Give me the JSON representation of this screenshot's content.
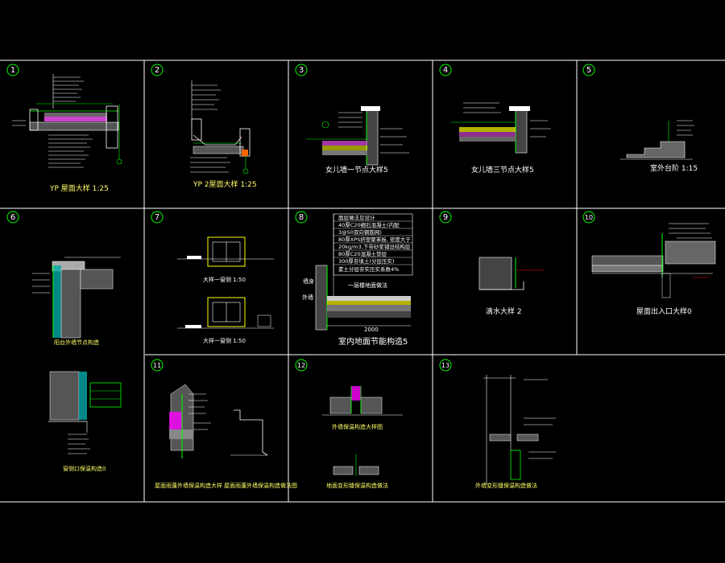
{
  "colors": {
    "background": "#000000",
    "grid": "#ffffff",
    "number_circle": "#00ff00",
    "green": "#00ff00",
    "yellow": "#ffff00",
    "cyan": "#00ffff",
    "magenta": "#ff00ff",
    "red": "#ff0000",
    "white": "#ffffff"
  },
  "cells": [
    {
      "num": "1",
      "caption": "YP 屋面大样 1:25"
    },
    {
      "num": "2",
      "caption": "YP 2屋面大样 1:25"
    },
    {
      "num": "3",
      "caption": "女儿墙一节点大样5"
    },
    {
      "num": "4",
      "caption": "女儿墙三节点大样5"
    },
    {
      "num": "5",
      "caption": "室外台阶 1:15"
    },
    {
      "num": "6",
      "caption": "阳台外墙节点构造",
      "caption2": "窗侧口保温构造0"
    },
    {
      "num": "7",
      "caption": "大样一窗侧 1:50",
      "caption2": "大样一窗侧 1:50"
    },
    {
      "num": "8",
      "caption": "室内地面节能构造5"
    },
    {
      "num": "9",
      "caption": "滴水大样 2"
    },
    {
      "num": "10",
      "caption": "屋面出入口大样0"
    },
    {
      "num": "11",
      "caption": "屋面雨蓬外墙保温构造大样",
      "caption2": "屋面雨蓬外墙保温构造做法图"
    },
    {
      "num": "12",
      "caption": "外墙保温构造大样图",
      "caption2": "地面变形缝保温构造做法"
    },
    {
      "num": "13",
      "caption": "外墙变形缝保温构造做法"
    }
  ],
  "floor_section": {
    "layers": [
      "面层做法见设计",
      "40厚C20细石混凝土(内配",
      "3@50双向钢筋网)",
      "80厚XPS挤塑聚苯板, 密度大于",
      "20kg/m3,下带砂浆铺设结构层",
      "80厚C20混凝土垫层",
      "300厚夯填土(分层压实)",
      "素土分层夯实压实系数4%"
    ],
    "label_left": "墙身",
    "label_wall": "外墙",
    "label_slab": "一层楼地面做法",
    "dimension": "2000"
  }
}
